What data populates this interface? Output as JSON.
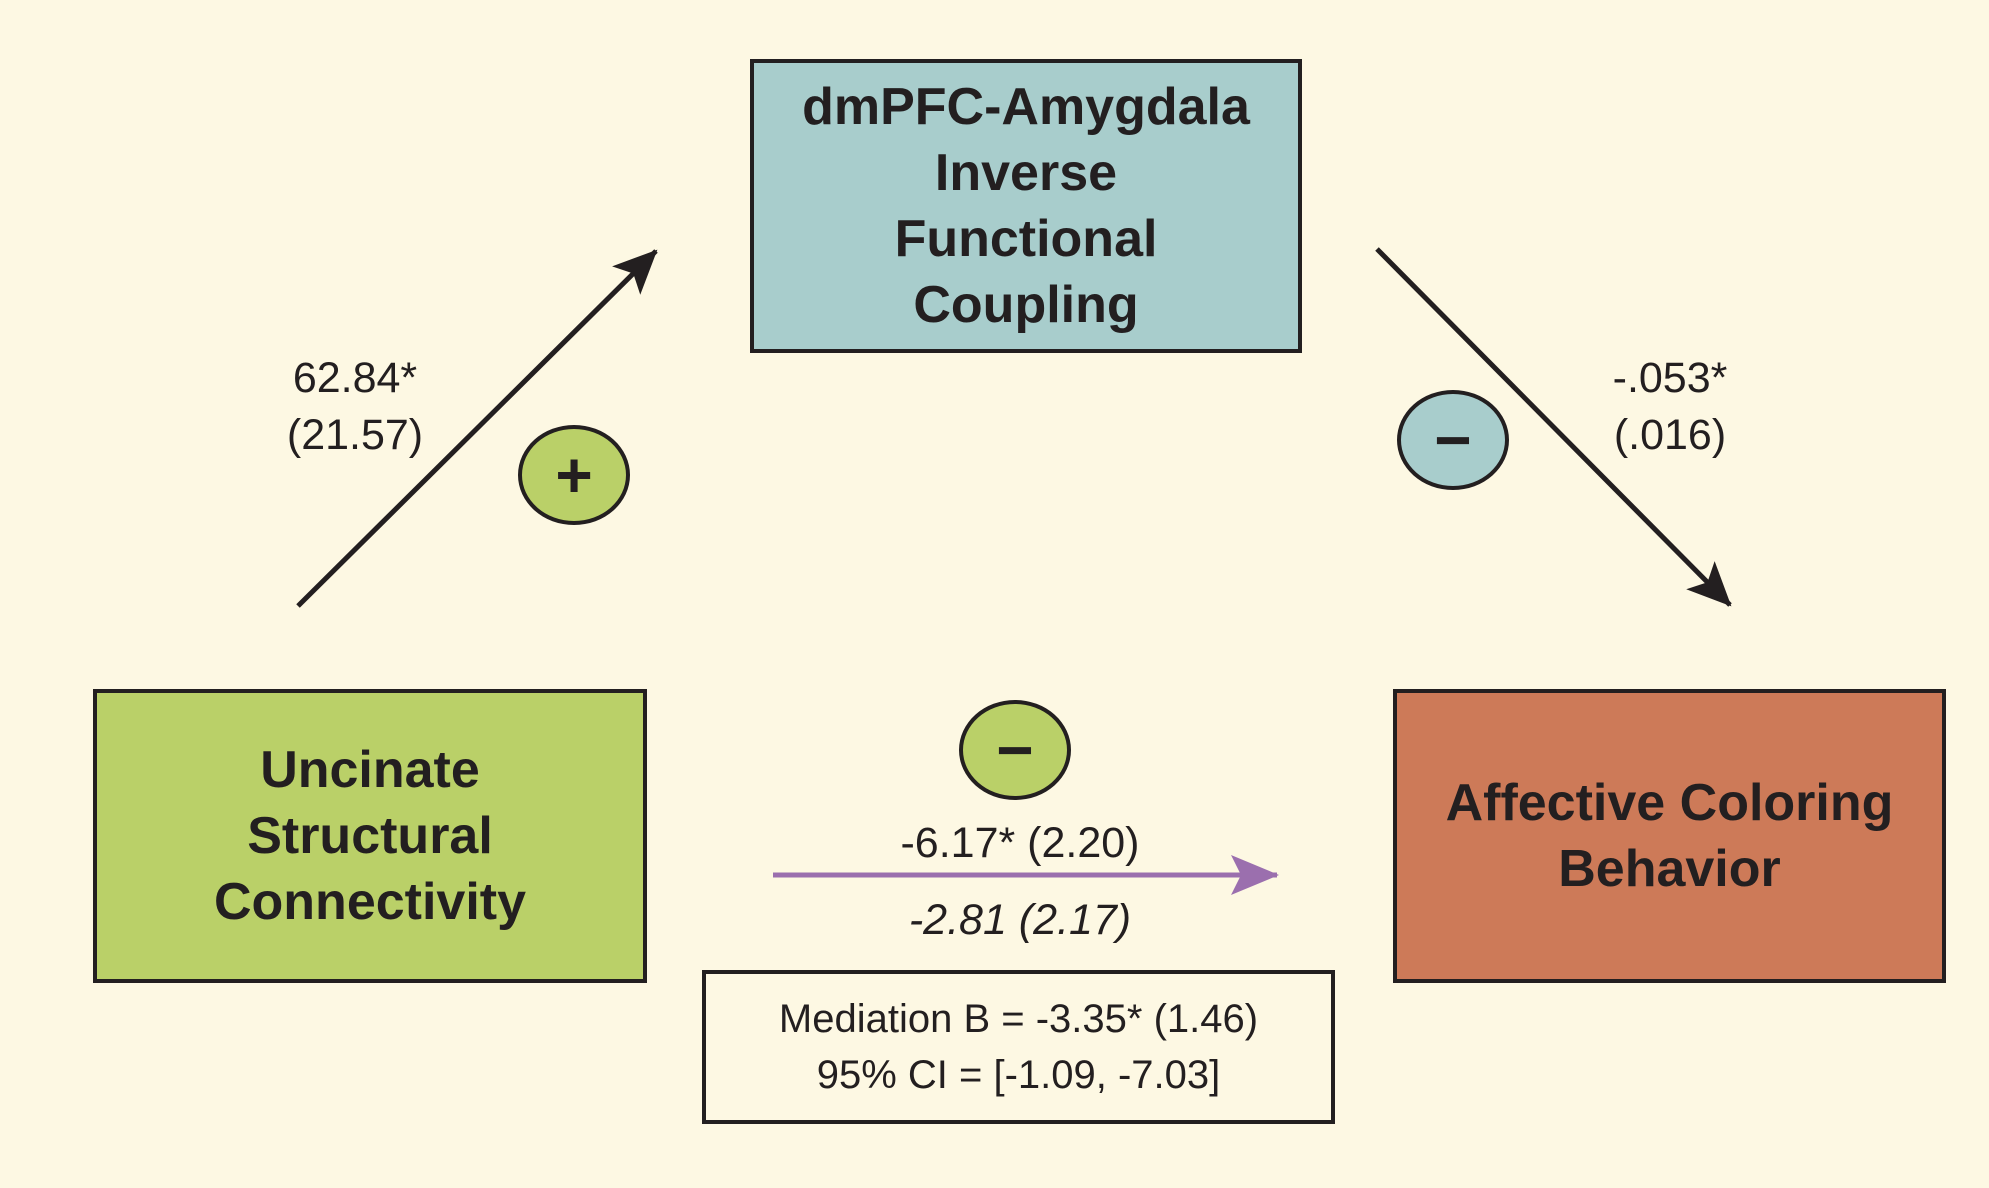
{
  "nodes": {
    "mediator": "dmPFC-Amygdala\nInverse\nFunctional\nCoupling",
    "predictor": "Uncinate\nStructural\nConnectivity",
    "outcome": "Affective Coloring\nBehavior"
  },
  "paths": {
    "a": {
      "coefficient": "62.84*",
      "se": "(21.57)",
      "sign": "+"
    },
    "b": {
      "coefficient": "-.053*",
      "se": "(.016)",
      "sign": "−"
    },
    "c": {
      "total": "-6.17* (2.20)",
      "direct": "-2.81 (2.17)",
      "sign": "−"
    }
  },
  "mediation": {
    "estimate": "Mediation B = -3.35* (1.46)",
    "ci": "95% CI = [-1.09, -7.03]"
  },
  "colors": {
    "background": "#fdf8e3",
    "mediator": "#a8cdcc",
    "predictor": "#bad068",
    "outcome": "#cd7a58",
    "direct_arrow": "#9b6fae",
    "ink": "#231f20"
  }
}
